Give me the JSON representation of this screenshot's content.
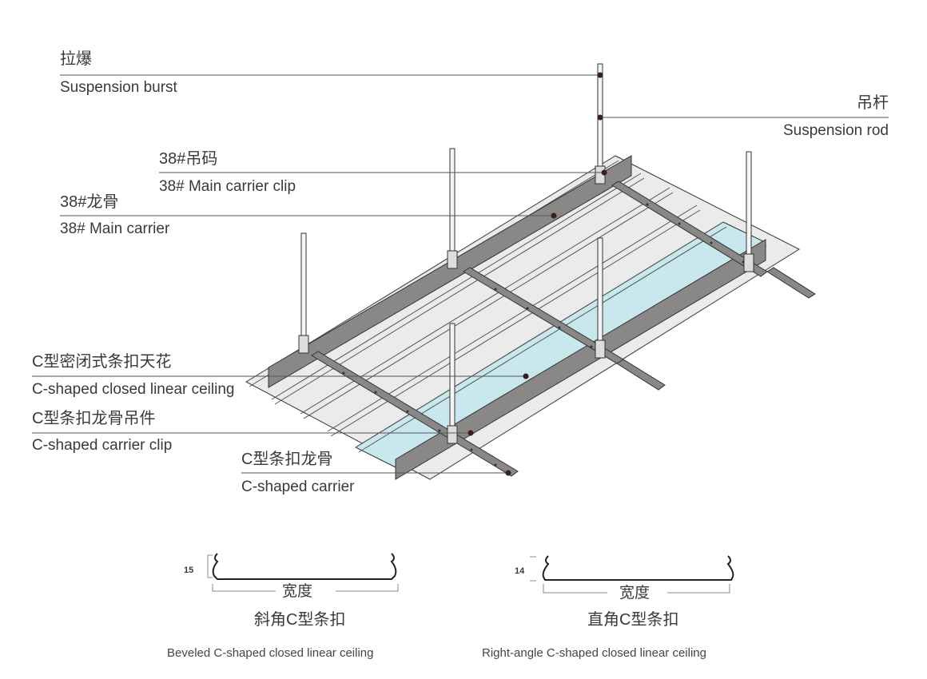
{
  "diagram": {
    "title": "C-shaped closed linear ceiling installation structure",
    "callouts": [
      {
        "id": "suspension-burst",
        "zh": "拉爆",
        "en": "Suspension burst"
      },
      {
        "id": "suspension-rod",
        "zh": "吊杆",
        "en": "Suspension rod"
      },
      {
        "id": "main-carrier-clip",
        "zh": "38#吊码",
        "en": "38# Main carrier clip"
      },
      {
        "id": "main-carrier",
        "zh": "38#龙骨",
        "en": "38# Main carrier"
      },
      {
        "id": "linear-ceiling",
        "zh": "C型密闭式条扣天花",
        "en": "C-shaped closed linear ceiling"
      },
      {
        "id": "carrier-clip",
        "zh": "C型条扣龙骨吊件",
        "en": "C-shaped carrier clip"
      },
      {
        "id": "c-carrier",
        "zh": "C型条扣龙骨",
        "en": "C-shaped carrier"
      }
    ],
    "profiles": [
      {
        "id": "beveled",
        "height_label": "15",
        "width_label": "宽度",
        "zh": "斜角C型条扣",
        "en": "Beveled C-shaped closed linear ceiling"
      },
      {
        "id": "right-angle",
        "height_label": "14",
        "width_label": "宽度",
        "zh": "直角C型条扣",
        "en": "Right-angle C-shaped closed linear ceiling"
      }
    ],
    "colors": {
      "panel": "#ebebeb",
      "panel_highlight": "#c9e8ee",
      "carrier": "#8a8886",
      "outline": "#333333",
      "leader": "#555555",
      "dot": "#3a1f1f"
    }
  }
}
